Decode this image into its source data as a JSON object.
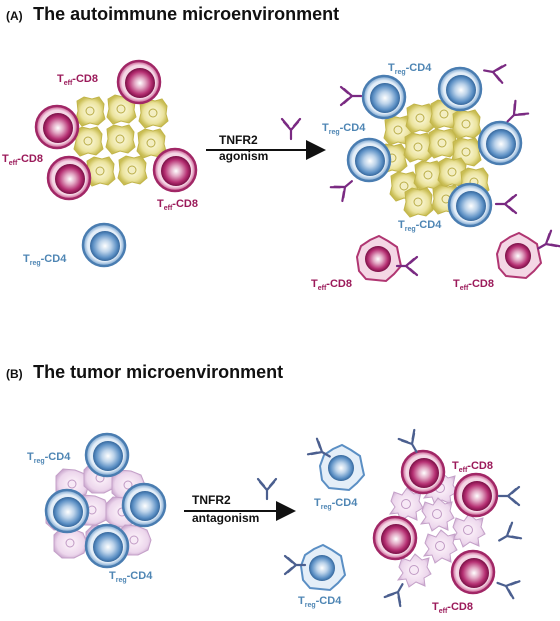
{
  "panel_a": {
    "tag": "(A)",
    "title": "The autoimmune microenvironment",
    "arrow_line1": "TNFR2",
    "arrow_line2": "agonism"
  },
  "panel_b": {
    "tag": "(B)",
    "title": "The tumor microenvironment",
    "arrow_line1": "TNFR2",
    "arrow_line2": "antagonism"
  },
  "labels": {
    "teff_main": "T",
    "teff_sub": "eff",
    "teff_suffix": "-CD8",
    "treg_main": "T",
    "treg_sub": "reg",
    "treg_suffix": "-CD4"
  },
  "colors": {
    "teff": "#9b1a5a",
    "treg": "#4f86b4",
    "autoimmune_tissue": "#e3dc8e",
    "tumor_tissue": "#e8cfe8",
    "antibody_a": "#7a2a82",
    "antibody_b": "#4b5f8f"
  }
}
